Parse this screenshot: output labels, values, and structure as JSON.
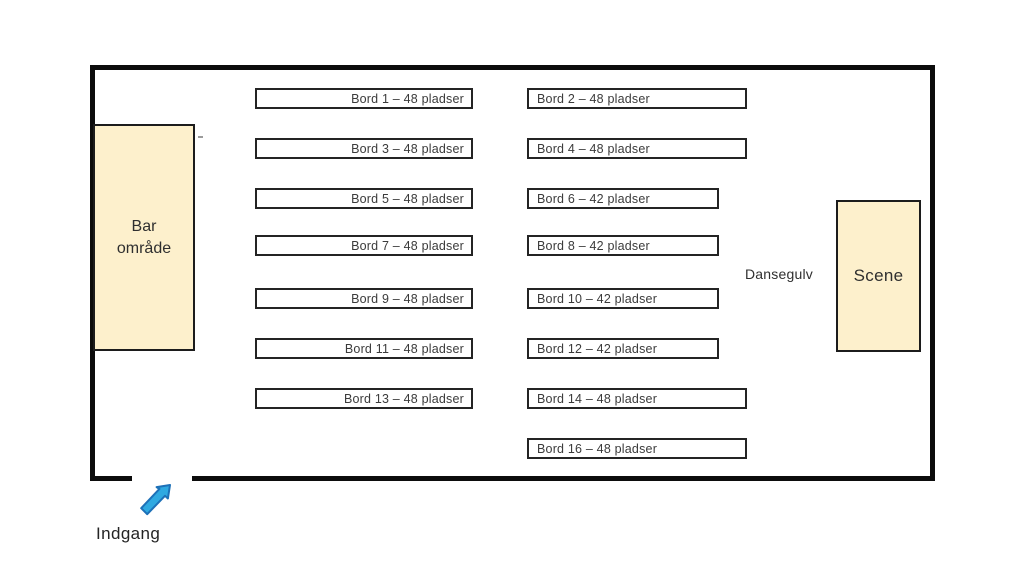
{
  "areas": {
    "bar": {
      "label": "Bar område"
    },
    "stage": {
      "label": "Scene"
    },
    "dance_floor": {
      "label": "Dansegulv"
    },
    "entrance": {
      "label": "Indgang"
    }
  },
  "colors": {
    "area_fill": "#FDF0CC",
    "area_border": "#1c1c1c",
    "wall": "#0c0c0c",
    "table_border": "#242424",
    "arrow_fill": "#2FA9E1",
    "arrow_stroke": "#1D71B8"
  },
  "tables": [
    {
      "id": "1",
      "label": "Bord 1 – 48 pladser",
      "column": "left",
      "row": 1,
      "width": "wide"
    },
    {
      "id": "2",
      "label": "Bord 2 – 48 pladser",
      "column": "right",
      "row": 1,
      "width": "wide"
    },
    {
      "id": "3",
      "label": "Bord 3 – 48 pladser",
      "column": "left",
      "row": 2,
      "width": "wide"
    },
    {
      "id": "4",
      "label": "Bord 4 – 48 pladser",
      "column": "right",
      "row": 2,
      "width": "wide"
    },
    {
      "id": "5",
      "label": "Bord 5 – 48 pladser",
      "column": "left",
      "row": 3,
      "width": "wide"
    },
    {
      "id": "6",
      "label": "Bord 6 – 42 pladser",
      "column": "right",
      "row": 3,
      "width": "short"
    },
    {
      "id": "7",
      "label": "Bord 7 – 48 pladser",
      "column": "left",
      "row": 4,
      "width": "wide"
    },
    {
      "id": "8",
      "label": "Bord 8 – 42 pladser",
      "column": "right",
      "row": 4,
      "width": "short"
    },
    {
      "id": "9",
      "label": "Bord 9 – 48 pladser",
      "column": "left",
      "row": 5,
      "width": "wide"
    },
    {
      "id": "10",
      "label": "Bord 10 – 42 pladser",
      "column": "right",
      "row": 5,
      "width": "short"
    },
    {
      "id": "11",
      "label": "Bord 11 – 48 pladser",
      "column": "left",
      "row": 6,
      "width": "wide"
    },
    {
      "id": "12",
      "label": "Bord 12 – 42 pladser",
      "column": "right",
      "row": 6,
      "width": "short"
    },
    {
      "id": "13",
      "label": "Bord 13 – 48 pladser",
      "column": "left",
      "row": 7,
      "width": "wide"
    },
    {
      "id": "14",
      "label": "Bord 14 – 48 pladser",
      "column": "right",
      "row": 7,
      "width": "wide"
    },
    {
      "id": "16",
      "label": "Bord 16 – 48 pladser",
      "column": "right",
      "row": 8,
      "width": "wide"
    }
  ]
}
